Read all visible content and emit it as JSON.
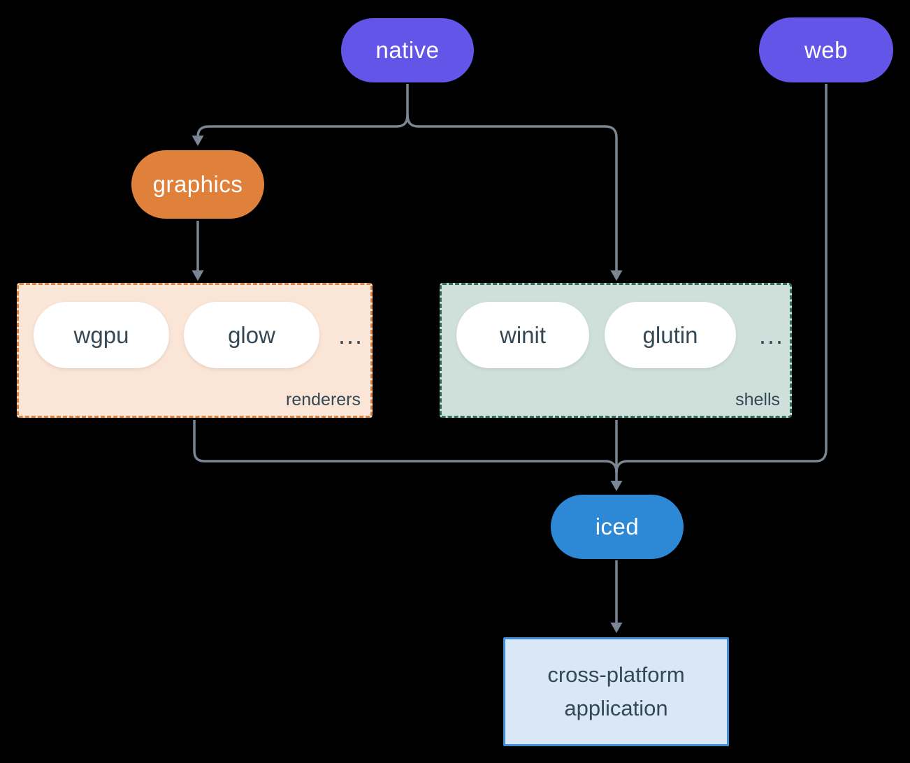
{
  "diagram": {
    "nodes": {
      "native": {
        "label": "native"
      },
      "web": {
        "label": "web"
      },
      "graphics": {
        "label": "graphics"
      },
      "iced": {
        "label": "iced"
      },
      "application": {
        "label": "cross-platform application"
      }
    },
    "groups": {
      "renderers": {
        "label": "renderers",
        "items": [
          "wgpu",
          "glow"
        ],
        "ellipsis": "..."
      },
      "shells": {
        "label": "shells",
        "items": [
          "winit",
          "glutin"
        ],
        "ellipsis": "..."
      }
    },
    "colors": {
      "platform_node": "#6355e8",
      "graphics_node": "#e0813b",
      "iced_node": "#2d89d6",
      "renderers_fill": "#fae5d6",
      "renderers_border": "#e0823c",
      "shells_fill": "#cfe0da",
      "shells_border": "#2e6f62",
      "app_fill": "#d9e7f6",
      "app_border": "#3e8ed9",
      "connector": "#7b8694",
      "dark_text": "#344855",
      "pill_text": "#ffffff",
      "background": "#000000"
    }
  }
}
